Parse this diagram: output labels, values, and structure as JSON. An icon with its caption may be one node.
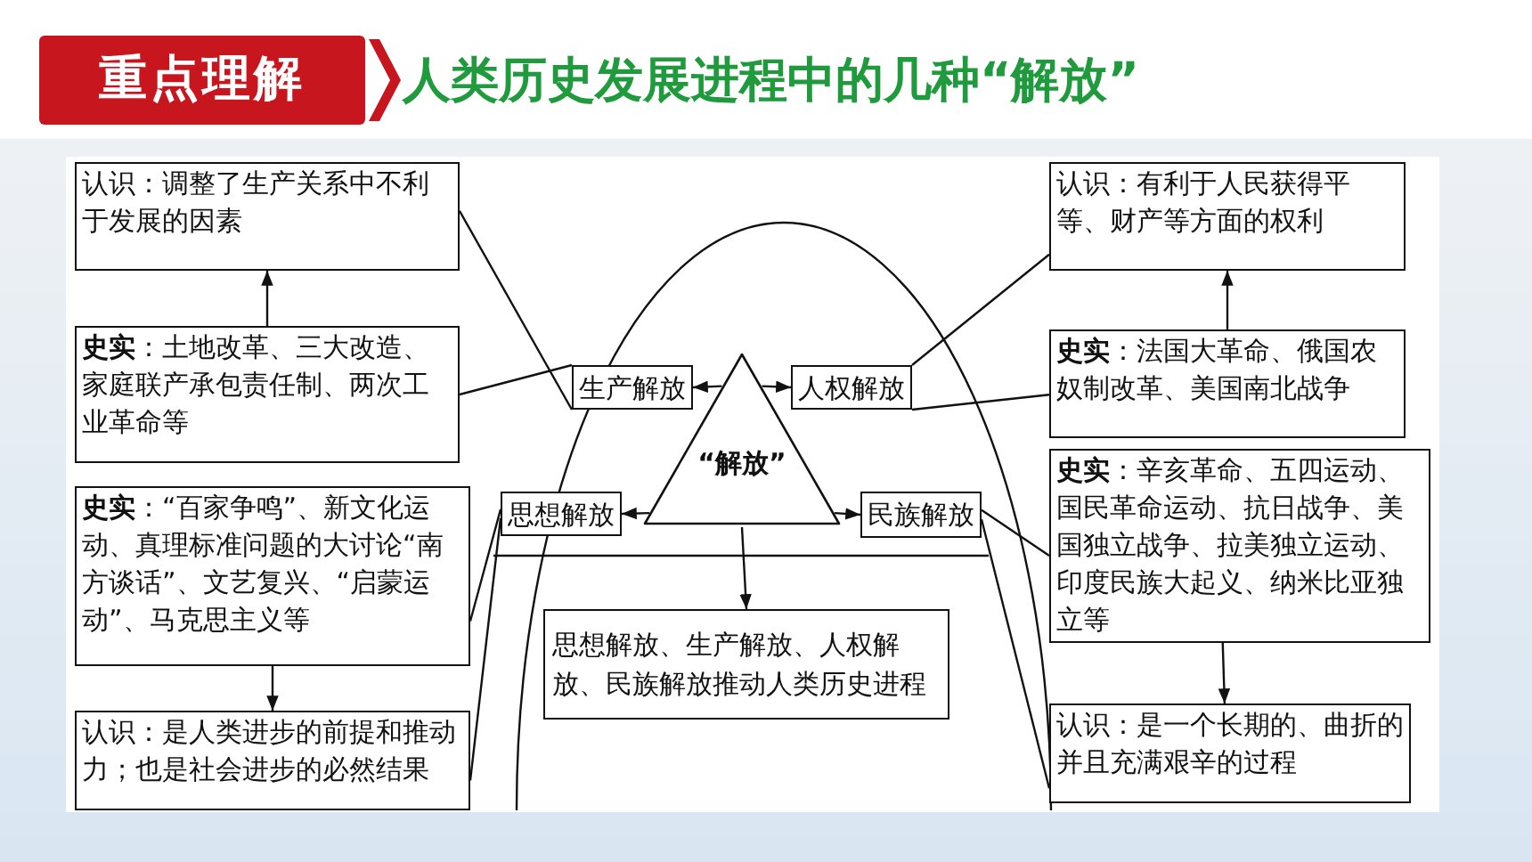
{
  "diagram": {
    "title": "人类历史发展进程中的几种“解放”",
    "nodes": [
      {
        "text": [
          "重点理解"
        ]
      },
      {
        "text": [
          "认识：调整了生产关系中不利于发展的因素"
        ]
      },
      {
        "text": [
          "认识：有利于人民获得平等、财产等方面的权利"
        ]
      },
      {
        "text": [
          "**史实**：土地改革、三大改造、家庭联产承包责任制、两次工业革命等"
        ]
      },
      {
        "text": [
          "生产解放"
        ]
      },
      {
        "text": [
          "人权解放"
        ]
      },
      {
        "text": [
          "**史实**：法国大革命、俄国农奴制改革、美国南北战争"
        ]
      },
      {
        "text": [
          "**史实**：“百家争鸣”、新文化运动、真理标准问题的大讨论“南方谈话”、文艺复兴、“启蒙运动”、马克思主义等"
        ]
      },
      {
        "text": [
          "思想解放"
        ]
      },
      {
        "text": [
          "“解放”"
        ]
      },
      {
        "text": [
          "民族解放"
        ]
      },
      {
        "text": [
          "**史实**：辛亥革命、五四运动、国民革命运动、抗日战争、美国独立战争、拉美独立运动、印度民族大起义、纳米比亚独立等"
        ]
      },
      {
        "text": [
          "思想解放、生产解放、人权解放、民族解放推动人类历史进程"
        ]
      },
      {
        "text": [
          "认识：是人类进步的前提和推动力；也是社会进步的必然结果"
        ]
      },
      {
        "text": [
          "认识：是一个长期的、曲折的并且充满艰辛的过程"
        ]
      }
    ],
    "edges": [
      {
        "from": 9,
        "to": 4,
        "arrow": "to"
      },
      {
        "from": 9,
        "to": 5,
        "arrow": "to"
      },
      {
        "from": 9,
        "to": 8,
        "arrow": "to"
      },
      {
        "from": 9,
        "to": 10,
        "arrow": "to"
      },
      {
        "from": 9,
        "to": 12,
        "arrow": "to"
      },
      {
        "from": 4,
        "to": 1,
        "arrow": "none"
      },
      {
        "from": 4,
        "to": 3,
        "arrow": "none"
      },
      {
        "from": 5,
        "to": 2,
        "arrow": "none"
      },
      {
        "from": 5,
        "to": 6,
        "arrow": "none"
      },
      {
        "from": 8,
        "to": 7,
        "arrow": "none"
      },
      {
        "from": 8,
        "to": 13,
        "arrow": "none"
      },
      {
        "from": 10,
        "to": 11,
        "arrow": "none"
      },
      {
        "from": 10,
        "to": 14,
        "arrow": "none"
      },
      {
        "from": 3,
        "to": 1,
        "arrow": "to"
      },
      {
        "from": 7,
        "to": 13,
        "arrow": "to"
      },
      {
        "from": 6,
        "to": 2,
        "arrow": "to"
      },
      {
        "from": 11,
        "to": 14,
        "arrow": "to"
      }
    ]
  }
}
